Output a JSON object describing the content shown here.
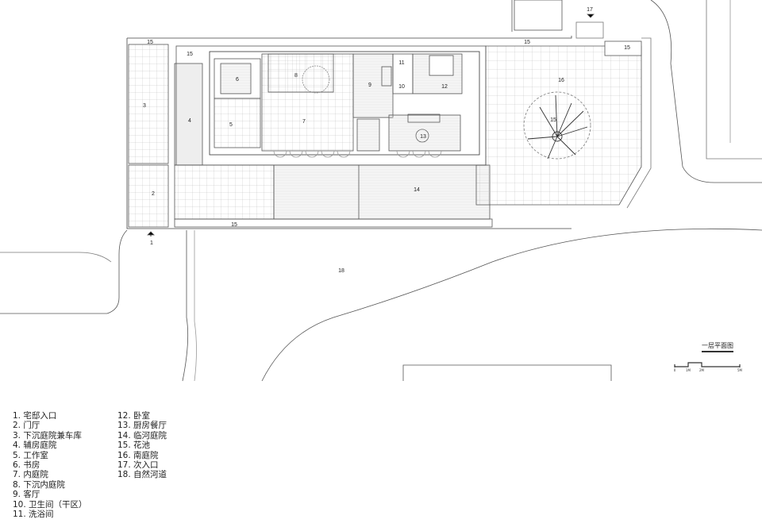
{
  "title": "一层平面图",
  "scale_bar": {
    "ticks": [
      "0",
      "1M",
      "2M",
      "5M"
    ]
  },
  "room_labels": {
    "r1": "1",
    "r2": "2",
    "r3": "3",
    "r4": "4",
    "r5": "5",
    "r6": "6",
    "r7": "7",
    "r8": "8",
    "r9": "9",
    "r10": "10",
    "r11": "11",
    "r12": "12",
    "r13": "13",
    "r14": "14",
    "r15": "15",
    "r16": "16",
    "r17": "17",
    "r18": "18"
  },
  "legend": [
    "1. 宅邸入口",
    "2. 门厅",
    "3. 下沉庭院兼车库",
    "4. 辅房庭院",
    "5. 工作室",
    "6. 书房",
    "7. 内庭院",
    "8. 下沉内庭院",
    "9. 客厅",
    "10. 卫生间（干区）",
    "11. 洗浴间",
    "12. 卧室",
    "13. 厨房餐厅",
    "14. 临河庭院",
    "15. 花池",
    "16. 南庭院",
    "17. 次入口",
    "18. 自然河道"
  ]
}
